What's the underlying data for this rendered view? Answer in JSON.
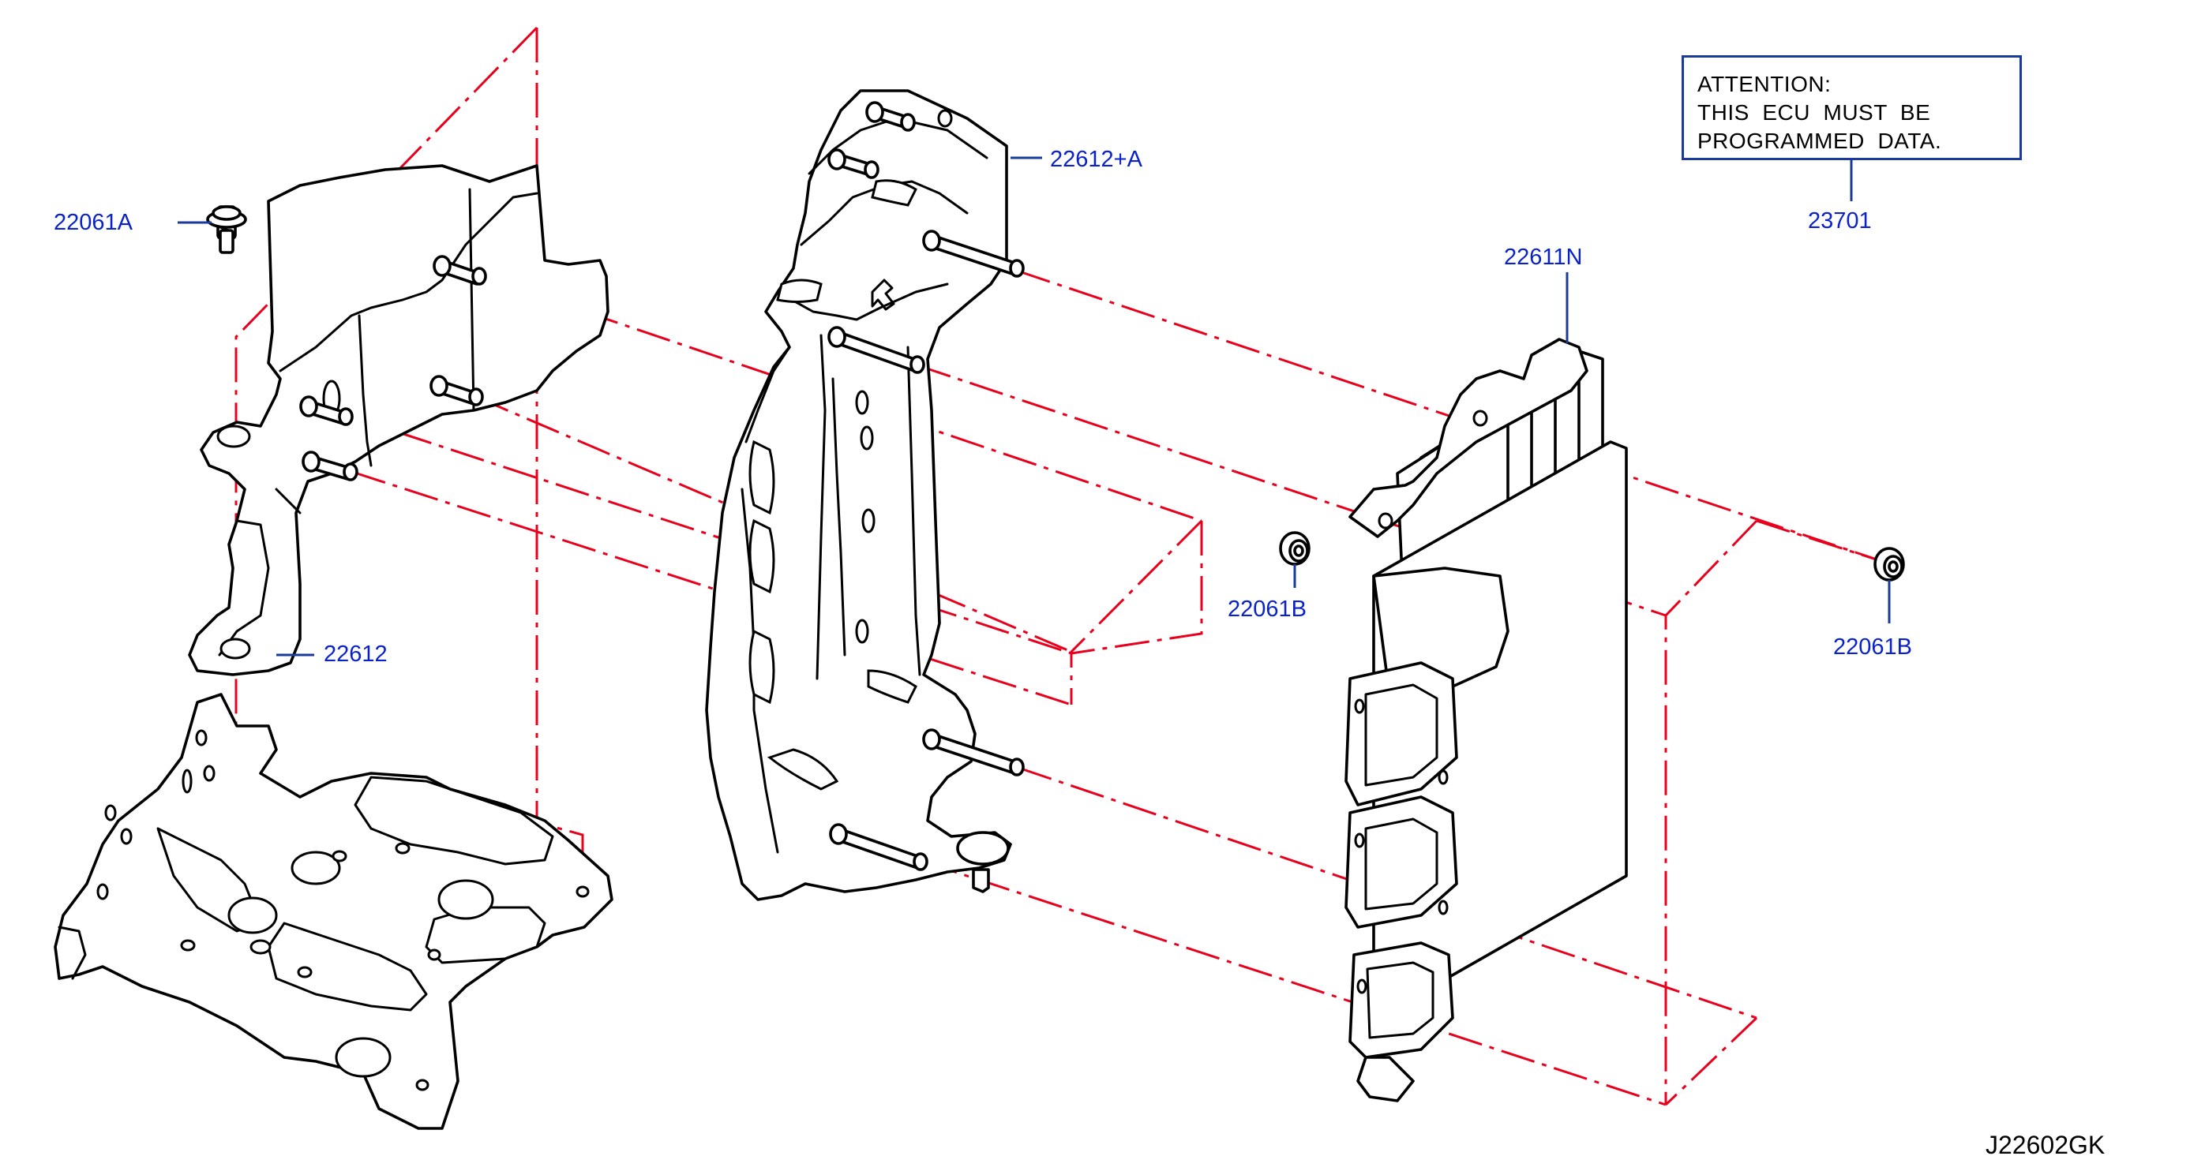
{
  "diagram": {
    "callouts": {
      "bolt_a": "22061A",
      "bracket_lower": "22612",
      "bracket_main": "22612+A",
      "nut_center": "22061B",
      "nut_right": "22061B",
      "ecu": "22611N",
      "label_part": "23701"
    },
    "attention": {
      "line1": "ATTENTION:",
      "line2": "THIS  ECU  MUST  BE",
      "line3": "PROGRAMMED  DATA."
    },
    "code": "J22602GK",
    "colors": {
      "outline": "#000000",
      "phantom_line": "#e8001c",
      "callout_text": "#0a22c8",
      "leader_line": "#1a3a9c",
      "background": "#ffffff"
    }
  }
}
